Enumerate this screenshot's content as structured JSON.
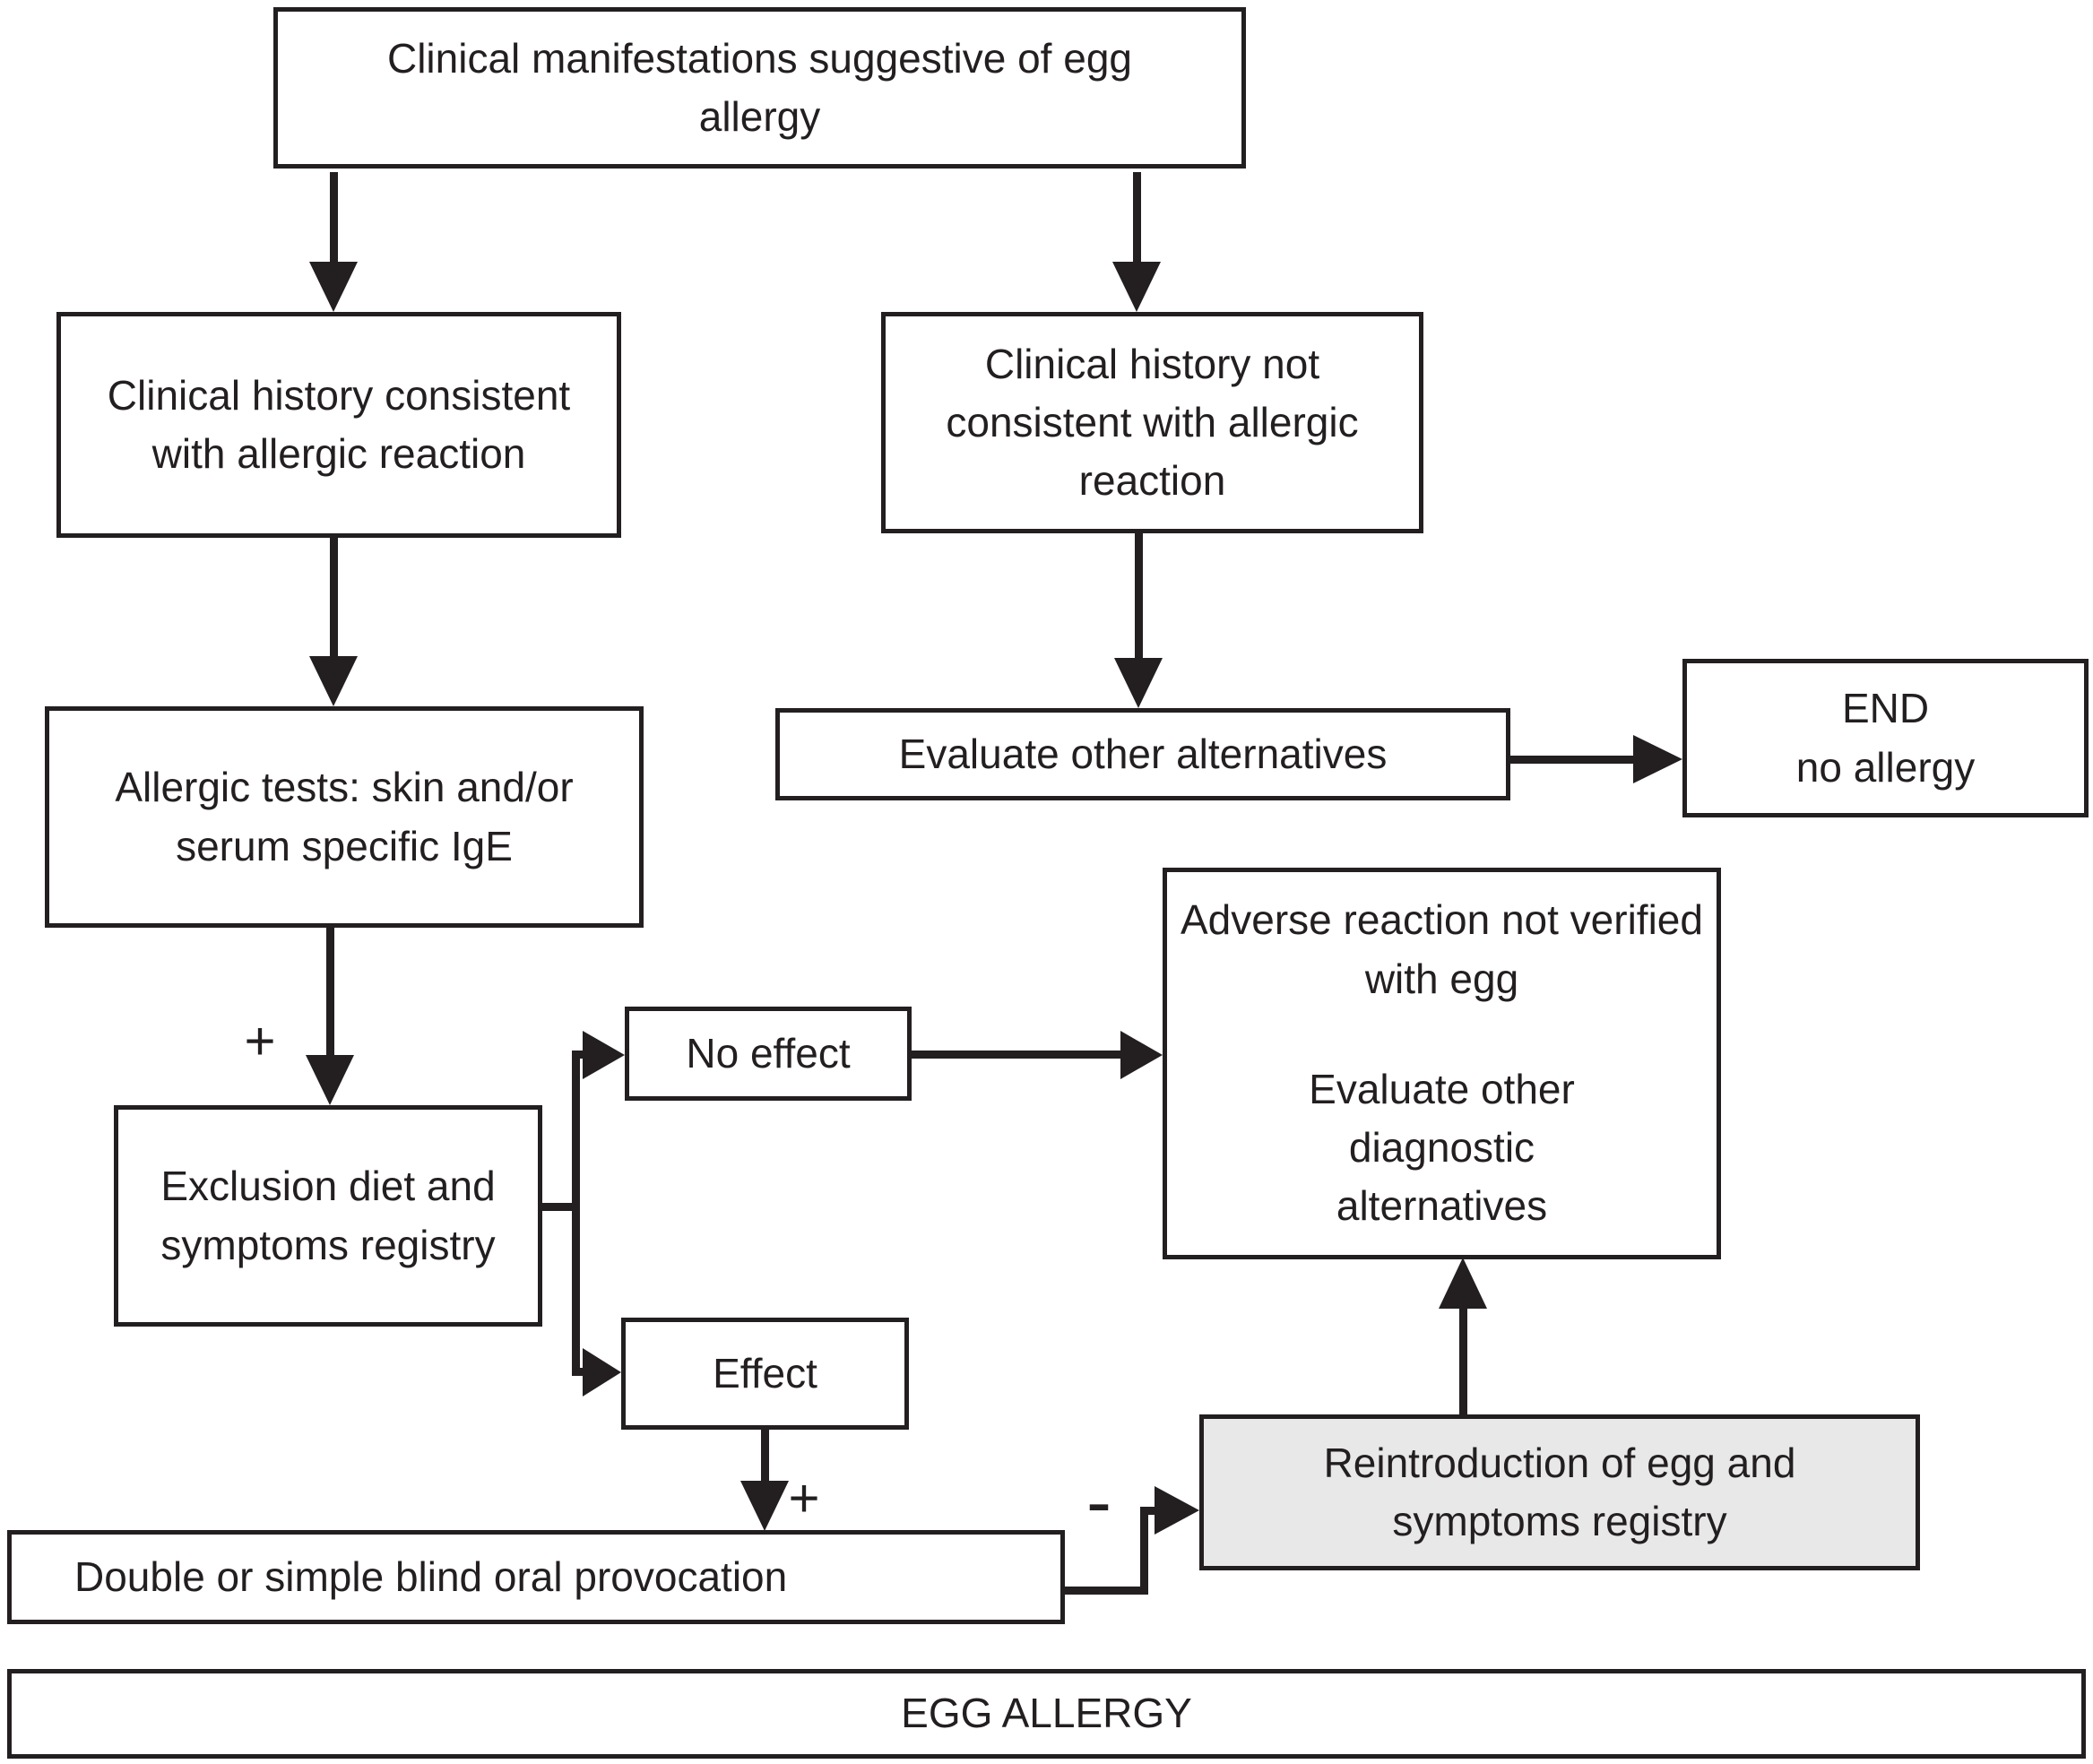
{
  "flowchart": {
    "nodes": {
      "clinical_manifestations": "Clinical manifestations suggestive of egg allergy",
      "history_consistent": "Clinical history consistent with allergic reaction",
      "history_not_consistent": "Clinical history not consistent with allergic reaction",
      "allergic_tests": "Allergic tests: skin and/or serum specific IgE",
      "evaluate_alternatives": "Evaluate other alternatives",
      "end_line1": "END",
      "end_line2": "no allergy",
      "adverse_para1": "Adverse reaction not verified with egg",
      "adverse_para2": "Evaluate other diagnostic alternatives",
      "exclusion_diet": "Exclusion diet and symptoms registry",
      "no_effect": "No effect",
      "effect": "Effect",
      "oral_provocation": "Double or simple blind oral provocation",
      "reintroduction": "Reintroduction of egg and symptoms registry",
      "egg_allergy": "EGG ALLERGY"
    },
    "edge_labels": {
      "tests_positive": "+",
      "effect_positive": "+",
      "provocation_negative": "-"
    },
    "colors": {
      "ink": "#231f20",
      "node_fill": "#ffffff",
      "reintroduction_fill": "#e8e8e8",
      "background": "#ffffff"
    }
  }
}
